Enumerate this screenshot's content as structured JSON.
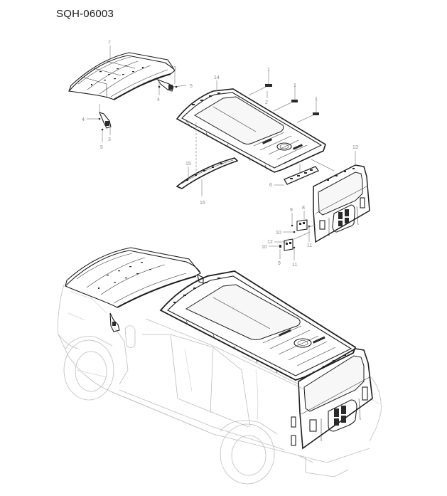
{
  "diagram": {
    "title": "SQH-06003",
    "subject": "Roof panel, sunroof frame, tailgate and hinges exploded view with vehicle assembly",
    "colors": {
      "background": "#ffffff",
      "line": "#1e1e1e",
      "ghost_body": "#bdbdbd",
      "callout": "#8a8a8a"
    },
    "callouts": [
      {
        "id": "c7",
        "label": "7",
        "part": "front-roof-panel"
      },
      {
        "id": "c3a",
        "label": "3",
        "part": "roof-bracket-right"
      },
      {
        "id": "c5a",
        "label": "5",
        "part": "bolt-right"
      },
      {
        "id": "c4a",
        "label": "4",
        "part": "bolt-right-lower"
      },
      {
        "id": "c4b",
        "label": "4",
        "part": "bolt-left"
      },
      {
        "id": "c3b",
        "label": "3",
        "part": "roof-bracket-left"
      },
      {
        "id": "c5b",
        "label": "5",
        "part": "bolt-left-lower"
      },
      {
        "id": "c14",
        "label": "14",
        "part": "sunroof-roof-frame"
      },
      {
        "id": "c1a",
        "label": "1",
        "part": "clip-a"
      },
      {
        "id": "c2",
        "label": "2",
        "part": "screw"
      },
      {
        "id": "c1b",
        "label": "1",
        "part": "clip-b"
      },
      {
        "id": "c1c",
        "label": "1",
        "part": "clip-c"
      },
      {
        "id": "c15",
        "label": "15",
        "part": "front-header-rail"
      },
      {
        "id": "c16",
        "label": "16",
        "part": "header-fastener"
      },
      {
        "id": "c6",
        "label": "6",
        "part": "rear-header-reinforcement"
      },
      {
        "id": "c13",
        "label": "13",
        "part": "tailgate"
      },
      {
        "id": "c9a",
        "label": "9",
        "part": "hinge-bolt-upper"
      },
      {
        "id": "c8",
        "label": "8",
        "part": "upper-hinge"
      },
      {
        "id": "c10a",
        "label": "10",
        "part": "hinge-nut-upper"
      },
      {
        "id": "c11a",
        "label": "11",
        "part": "hinge-screw-upper"
      },
      {
        "id": "c12",
        "label": "12",
        "part": "lower-hinge"
      },
      {
        "id": "c10b",
        "label": "10",
        "part": "hinge-nut-lower"
      },
      {
        "id": "c9b",
        "label": "9",
        "part": "hinge-bolt-lower"
      },
      {
        "id": "c11b",
        "label": "11",
        "part": "hinge-screw-lower"
      }
    ]
  }
}
